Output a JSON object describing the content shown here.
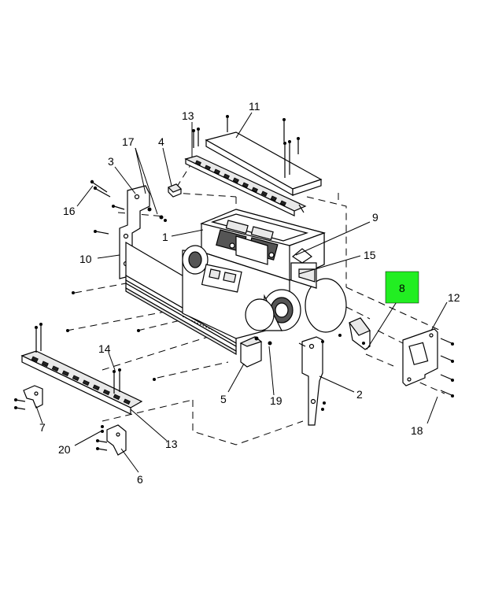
{
  "diagram": {
    "callouts": [
      "1",
      "2",
      "3",
      "4",
      "5",
      "6",
      "7",
      "8",
      "9",
      "10",
      "11",
      "12",
      "13",
      "13",
      "14",
      "15",
      "16",
      "17",
      "18",
      "19",
      "20"
    ],
    "highlight": {
      "label": "8",
      "color": "#22ee22"
    }
  },
  "colors": {
    "line": "#000000",
    "background": "#ffffff",
    "highlight": "#22ee22"
  }
}
